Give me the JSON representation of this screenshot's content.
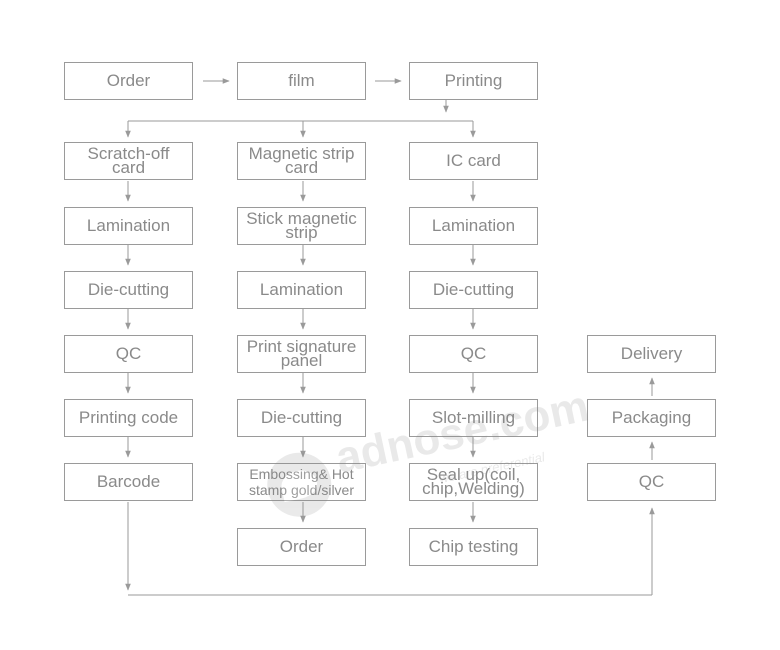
{
  "colors": {
    "box_border": "#9a9a9a",
    "text": "#8a8a8a",
    "line": "#9a9a9a"
  },
  "nodes": {
    "order": "Order",
    "film": "film",
    "printing": "Printing",
    "scratch_off_card": "Scratch-off\ncard",
    "lamination_1": "Lamination",
    "die_cutting_1": "Die-cutting",
    "qc_1": "QC",
    "printing_code": "Printing code",
    "barcode": "Barcode",
    "magnetic_strip_card": "Magnetic strip\ncard",
    "stick_magnetic_strip": "Stick magnetic\nstrip",
    "lamination_2": "Lamination",
    "print_signature_panel": "Print signature\npanel",
    "die_cutting_2": "Die-cutting",
    "embossing_hot_stamp": "Embossing& Hot\nstamp gold/silver",
    "order_2": "Order",
    "ic_card": "IC card",
    "lamination_3": "Lamination",
    "die_cutting_3": "Die-cutting",
    "qc_3": "QC",
    "slot_milling": "Slot-milling",
    "seal_up": "Seal up(coil,\nchip,Welding)",
    "chip_testing": "Chip testing",
    "delivery": "Delivery",
    "packaging": "Packaging",
    "qc_final": "QC"
  },
  "watermark": {
    "brand": "adnose.com",
    "tagline": "we are preferential"
  }
}
